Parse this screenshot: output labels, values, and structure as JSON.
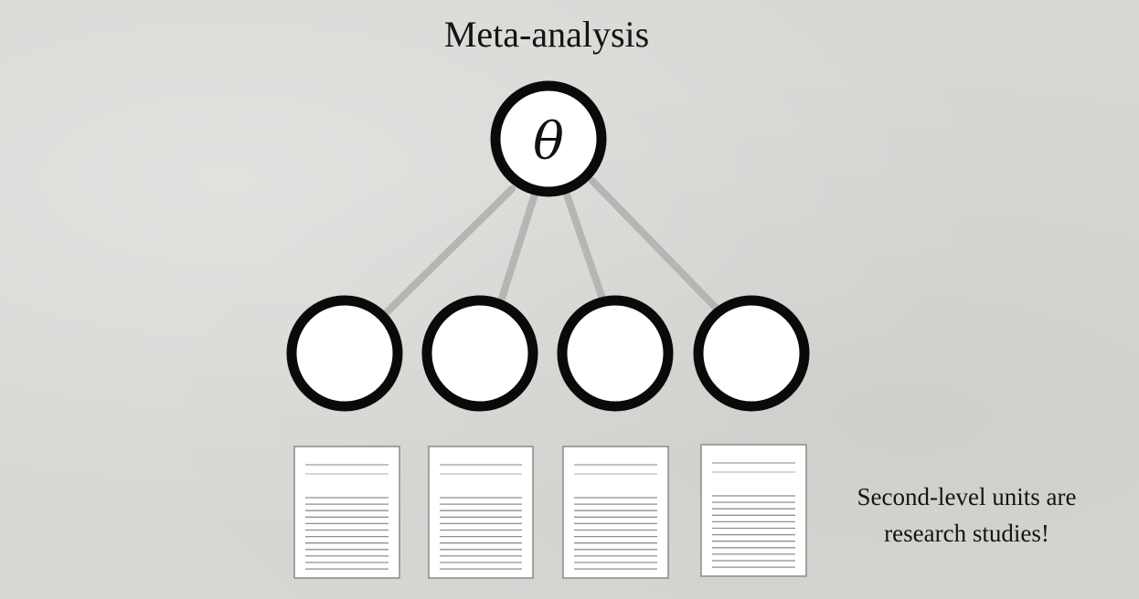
{
  "title": "Meta-analysis",
  "root_node": {
    "symbol": "θ"
  },
  "child_nodes": [
    {
      "id": "study-1"
    },
    {
      "id": "study-2"
    },
    {
      "id": "study-3"
    },
    {
      "id": "study-4"
    }
  ],
  "documents": [
    {
      "id": "doc-1"
    },
    {
      "id": "doc-2"
    },
    {
      "id": "doc-3"
    },
    {
      "id": "doc-4"
    }
  ],
  "caption": {
    "line1": "Second-level units are",
    "line2": "research studies!"
  },
  "colors": {
    "background": "#d7d7d4",
    "node_stroke": "#0a0a0a",
    "node_fill": "#ffffff",
    "edge": "#b5b5b3",
    "doc_border": "#8a8a8a",
    "doc_line": "#9c9c9c"
  }
}
